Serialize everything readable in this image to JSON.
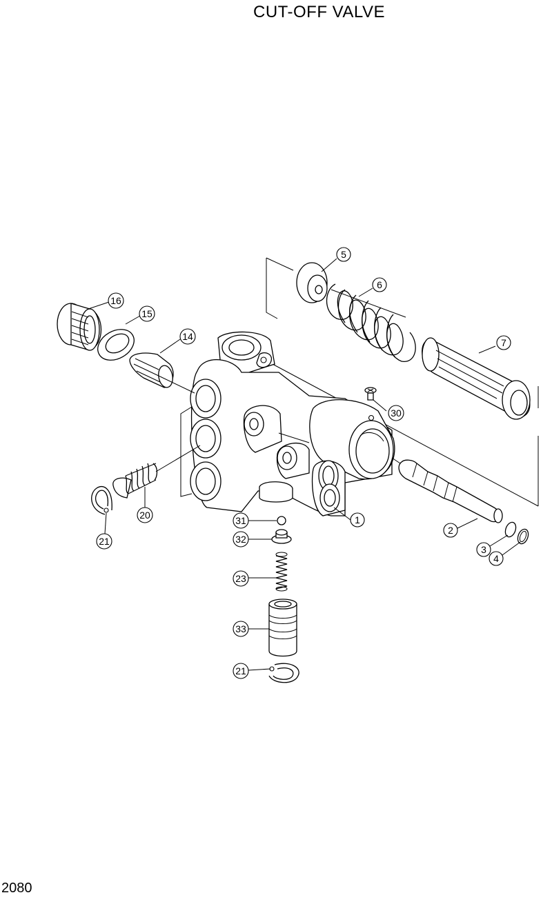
{
  "title": "CUT-OFF VALVE",
  "page_number": "2080",
  "callouts": [
    {
      "id": "c5",
      "label": "5"
    },
    {
      "id": "c6",
      "label": "6"
    },
    {
      "id": "c7",
      "label": "7"
    },
    {
      "id": "c16",
      "label": "16"
    },
    {
      "id": "c15",
      "label": "15"
    },
    {
      "id": "c14",
      "label": "14"
    },
    {
      "id": "c30",
      "label": "30"
    },
    {
      "id": "c1",
      "label": "1"
    },
    {
      "id": "c2",
      "label": "2"
    },
    {
      "id": "c3",
      "label": "3"
    },
    {
      "id": "c4",
      "label": "4"
    },
    {
      "id": "c20",
      "label": "20"
    },
    {
      "id": "c21a",
      "label": "21"
    },
    {
      "id": "c31",
      "label": "31"
    },
    {
      "id": "c32",
      "label": "32"
    },
    {
      "id": "c23",
      "label": "23"
    },
    {
      "id": "c33",
      "label": "33"
    },
    {
      "id": "c21b",
      "label": "21"
    }
  ]
}
